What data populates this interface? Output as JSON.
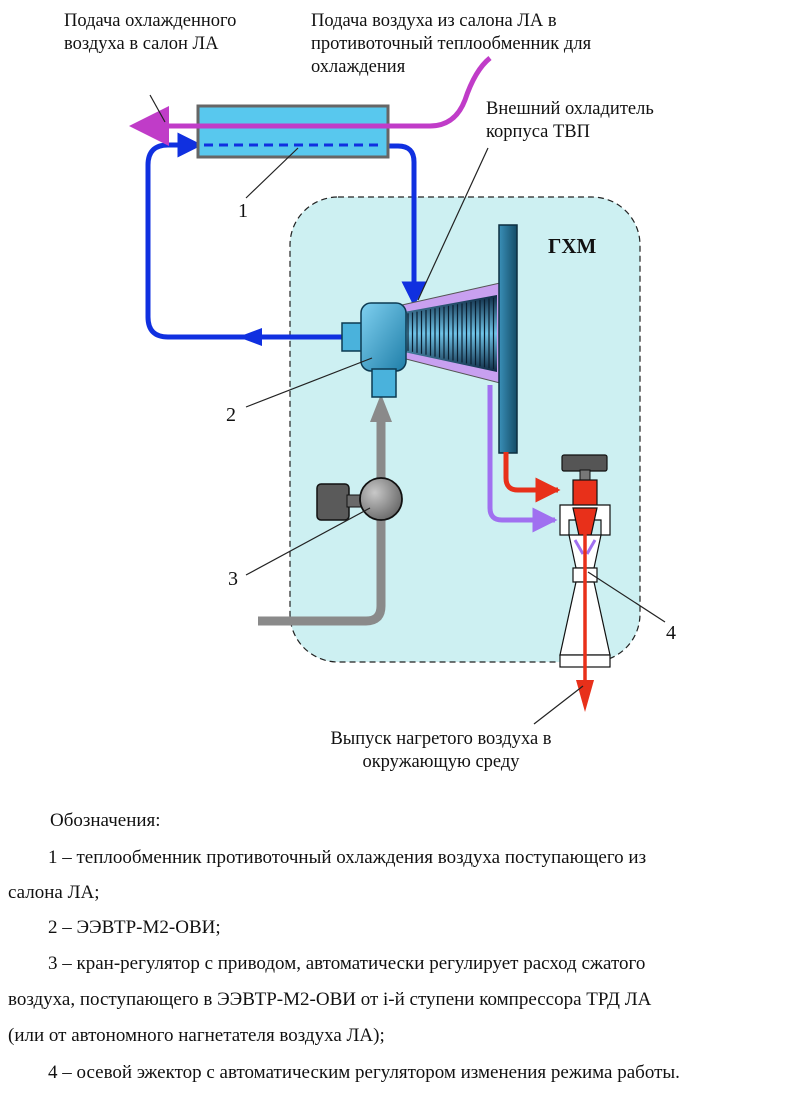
{
  "diagram": {
    "labels": {
      "cooled_air_supply": [
        "Подача охлажденного",
        "воздуха в салон ЛА"
      ],
      "cabin_air_supply": [
        "Подача воздуха из салона ЛА в",
        "противоточный теплообменник для",
        "охлаждения"
      ],
      "external_cooler": [
        "Внешний охладитель",
        "корпуса ТВП"
      ],
      "ghm": "ГХМ",
      "exhaust": [
        "Выпуск нагретого воздуха в",
        "окружающую среду"
      ]
    },
    "callouts": [
      "1",
      "2",
      "3",
      "4"
    ],
    "colors": {
      "cabin_air_line": "#c03cc8",
      "coolant_line": "#1030e0",
      "ghm_background": "#cdf0f2",
      "heat_exchanger": "#58c8ee",
      "compressed_air_line": "#8a8a8a",
      "hot_air_line": "#e8301a",
      "cold_flow_line": "#a070f0"
    }
  },
  "legend": {
    "heading": "Обозначения:",
    "items": [
      [
        "1 – теплообменник противоточный охлаждения воздуха поступающего из",
        "салона ЛА;"
      ],
      [
        "2 – ЭЭВТР-М2-ОВИ;"
      ],
      [
        "3 – кран-регулятор с приводом, автоматически регулирует расход сжатого",
        "воздуха, поступающего в ЭЭВТР-М2-ОВИ от i-й ступени компрессора ТРД ЛА",
        "(или от автономного нагнетателя воздуха ЛА);"
      ],
      [
        "4 – осевой эжектор с автоматическим регулятором изменения режима работы."
      ]
    ]
  }
}
